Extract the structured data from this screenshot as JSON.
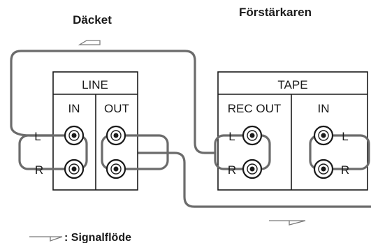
{
  "deck": {
    "title": "Däcket",
    "panel_label": "LINE",
    "in_label": "IN",
    "out_label": "OUT",
    "left_label": "L",
    "right_label": "R"
  },
  "amplifier": {
    "title": "Förstärkaren",
    "panel_label": "TAPE",
    "rec_out_label": "REC OUT",
    "in_label": "IN",
    "left_label_rec": "L",
    "right_label_rec": "R",
    "left_label_in": "L",
    "right_label_in": "R"
  },
  "legend": {
    "text": ": Signalflöde"
  },
  "colors": {
    "cable": "#6b6b6b",
    "line": "#1a1a1a",
    "arrow": "#7a7a7a"
  }
}
